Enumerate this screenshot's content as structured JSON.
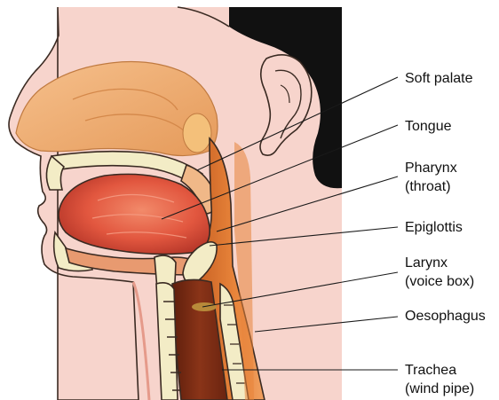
{
  "labels": [
    {
      "id": "soft-palate",
      "lines": [
        "Soft palate"
      ]
    },
    {
      "id": "tongue",
      "lines": [
        "Tongue"
      ]
    },
    {
      "id": "pharynx",
      "lines": [
        "Pharynx",
        "(throat)"
      ]
    },
    {
      "id": "epiglottis",
      "lines": [
        "Epiglottis"
      ]
    },
    {
      "id": "larynx",
      "lines": [
        "Larynx",
        "(voice box)"
      ]
    },
    {
      "id": "oesophagus",
      "lines": [
        "Oesophagus"
      ]
    },
    {
      "id": "trachea",
      "lines": [
        "Trachea",
        "(wind pipe)"
      ]
    }
  ],
  "colors": {
    "skin": "#f7d4cc",
    "hair": "#111111",
    "nasal": "#f0b47a",
    "bone": "#f3ecc6",
    "tongue": "#e2573f",
    "pharynx": "#e8843a",
    "trachea_inner": "#8a3418",
    "background": "#ffffff"
  }
}
